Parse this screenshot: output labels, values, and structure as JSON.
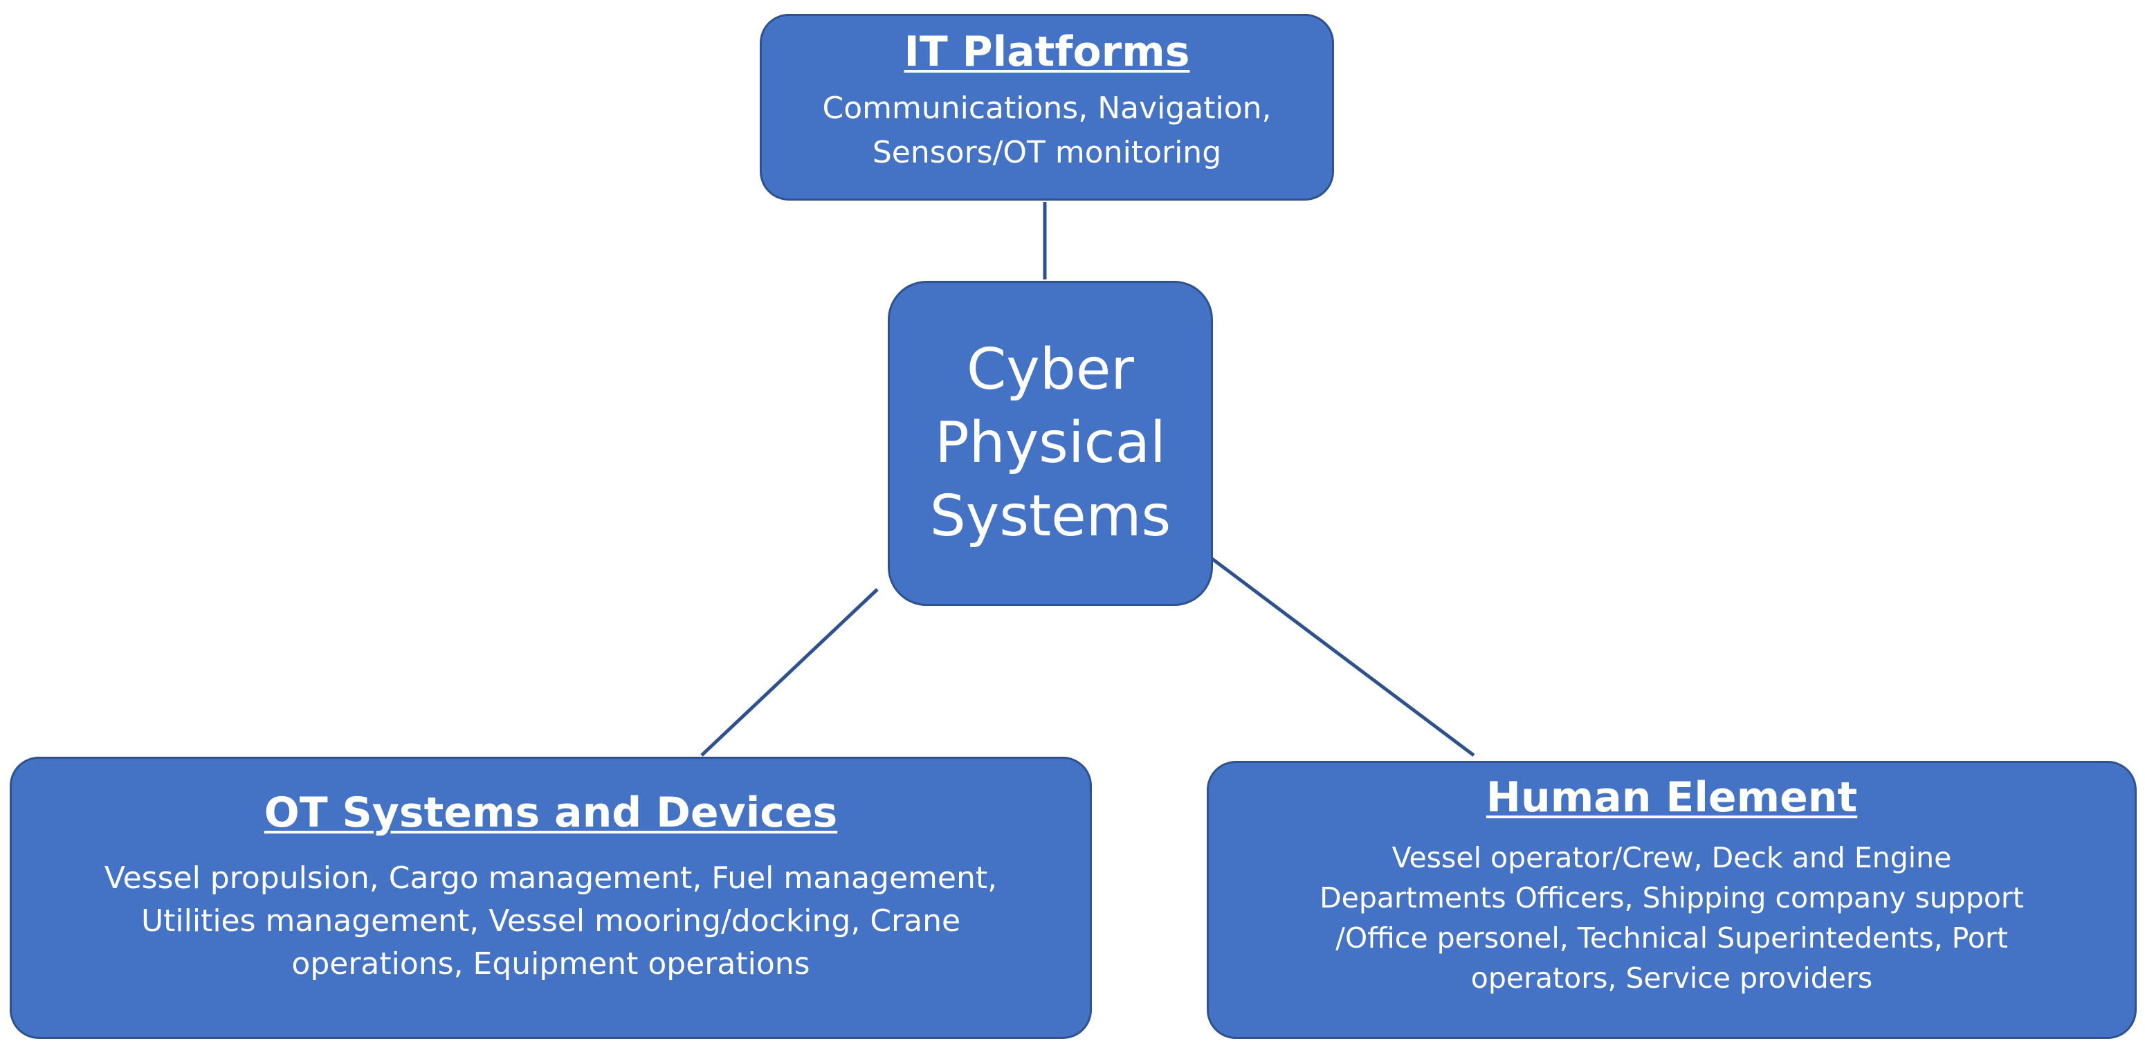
{
  "diagram": {
    "center": {
      "lines": [
        "Cyber",
        "Physical",
        "Systems"
      ]
    },
    "it_platforms": {
      "title": "IT Platforms",
      "lines": [
        "Communications, Navigation,",
        "Sensors/OT monitoring"
      ]
    },
    "ot_systems": {
      "title": "OT Systems and Devices",
      "lines": [
        "Vessel propulsion, Cargo management, Fuel management,",
        "Utilities management, Vessel mooring/docking, Crane",
        "operations, Equipment operations"
      ]
    },
    "human_element": {
      "title": "Human Element",
      "lines": [
        "Vessel operator/Crew, Deck and Engine",
        "Departments Officers, Shipping company support",
        "/Office personel, Technical Superintedents, Port",
        "operators, Service providers"
      ]
    }
  },
  "colors": {
    "node_fill": "#4472c4",
    "node_border": "#2f528f",
    "connector": "#2f528f",
    "text": "#ffffff"
  }
}
